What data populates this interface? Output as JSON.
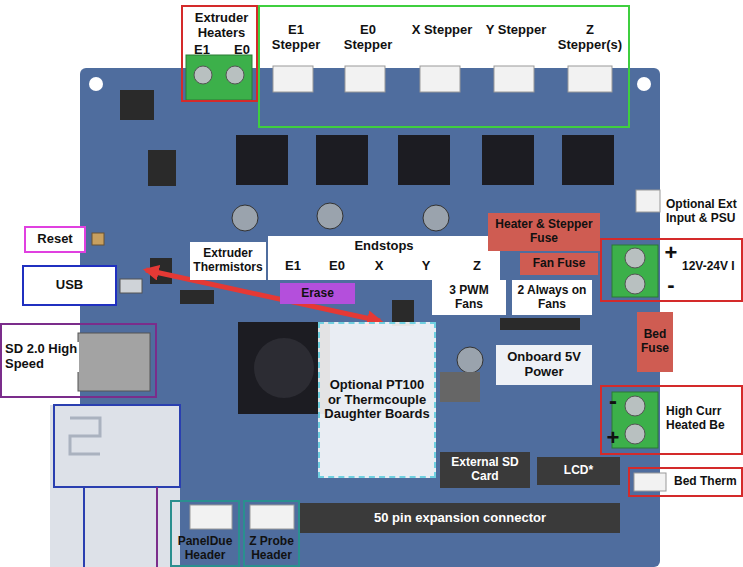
{
  "diagram": {
    "nodes": [
      {
        "text": [
          "Extruder Heaters",
          "E1",
          "E0"
        ]
      },
      {
        "text": [
          "E1 Stepper",
          "E0 Stepper",
          "X Stepper",
          "Y Stepper",
          "Z Stepper(s)"
        ]
      },
      {
        "text": [
          "Optional Ext Input & PSU"
        ]
      },
      {
        "text": [
          "Reset"
        ]
      },
      {
        "text": [
          "Extruder Thermistors"
        ]
      },
      {
        "text": [
          "Endstops",
          "E1",
          "E0",
          "X",
          "Y",
          "Z"
        ]
      },
      {
        "text": [
          "Heater & Stepper Fuse"
        ]
      },
      {
        "text": [
          "+",
          "-",
          "12V-24V I"
        ]
      },
      {
        "text": [
          "Fan Fuse"
        ]
      },
      {
        "text": [
          "USB"
        ]
      },
      {
        "text": [
          "3 PWM Fans"
        ]
      },
      {
        "text": [
          "2 Always on Fans"
        ]
      },
      {
        "text": [
          "Erase"
        ]
      },
      {
        "text": [
          "SD 2.0 High Speed"
        ]
      },
      {
        "text": [
          "Bed Fuse"
        ]
      },
      {
        "text": [
          "Optional PT100 or Thermcouple Daughter Boards"
        ]
      },
      {
        "text": [
          "Onboard 5V Power"
        ]
      },
      {
        "text": [
          "-",
          "+",
          "High Curr Heated Be"
        ]
      },
      {
        "text": [
          "External SD Card"
        ]
      },
      {
        "text": [
          "LCD*"
        ]
      },
      {
        "text": [
          "Bed Therm"
        ]
      },
      {
        "text": [
          "50 pin expansion connector"
        ]
      },
      {
        "text": [
          "PanelDue Header"
        ]
      },
      {
        "text": [
          "Z Probe Header"
        ]
      }
    ]
  }
}
